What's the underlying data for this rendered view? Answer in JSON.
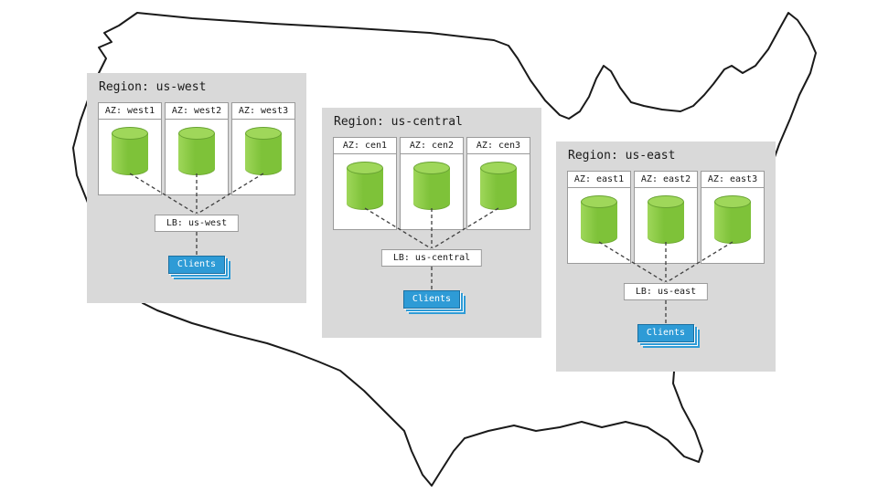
{
  "regions": [
    {
      "title": "Region: us-west",
      "azs": [
        "AZ: west1",
        "AZ: west2",
        "AZ: west3"
      ],
      "lb_label": "LB: us-west",
      "clients_label": "Clients"
    },
    {
      "title": "Region: us-central",
      "azs": [
        "AZ: cen1",
        "AZ: cen2",
        "AZ: cen3"
      ],
      "lb_label": "LB: us-central",
      "clients_label": "Clients"
    },
    {
      "title": "Region: us-east",
      "azs": [
        "AZ: east1",
        "AZ: east2",
        "AZ: east3"
      ],
      "lb_label": "LB: us-east",
      "clients_label": "Clients"
    }
  ],
  "colors": {
    "region_bg": "#d9d9d9",
    "az_border": "#9a9a9a",
    "cylinder_body": "#7ec239",
    "cylinder_top": "#9fd75a",
    "clients_bg": "#2e9bd6",
    "connector": "#404040",
    "map_outline": "#1a1a1a"
  }
}
